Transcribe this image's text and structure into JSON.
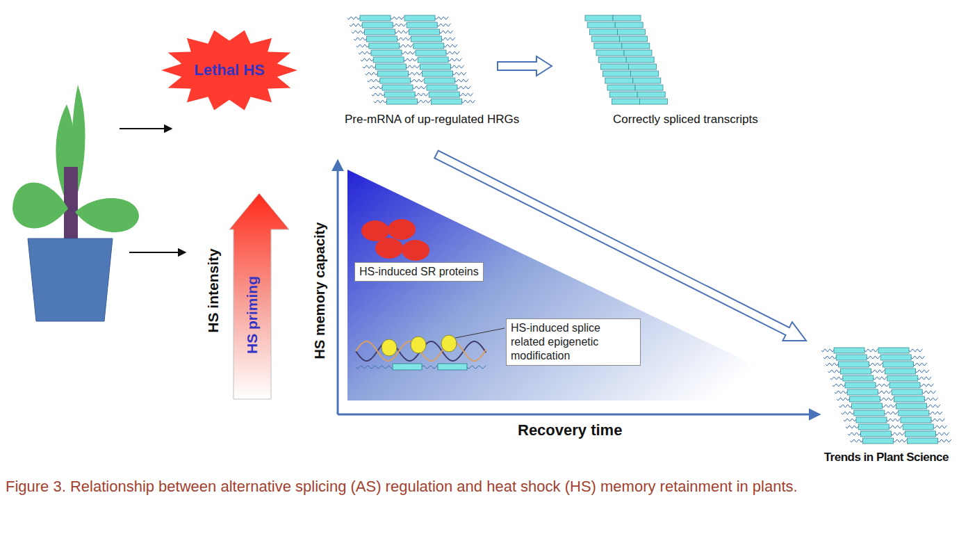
{
  "diagram": {
    "caption": "Figure 3. Relationship between alternative splicing (AS) regulation and heat shock (HS) memory retainment in plants.",
    "nodes": [
      {
        "text": [
          "Lethal HS"
        ]
      },
      {
        "text": [
          "HS priming"
        ]
      },
      {
        "text": [
          "HS-induced SR proteins"
        ]
      },
      {
        "text": [
          "HS-induced splice related epigenetic modification"
        ]
      }
    ],
    "labels": [
      "Pre-mRNA of up-regulated HRGs",
      "Correctly spliced transcripts",
      "HS intensity",
      "HS memory capacity",
      "Recovery time",
      "Trends in Plant Science"
    ]
  }
}
